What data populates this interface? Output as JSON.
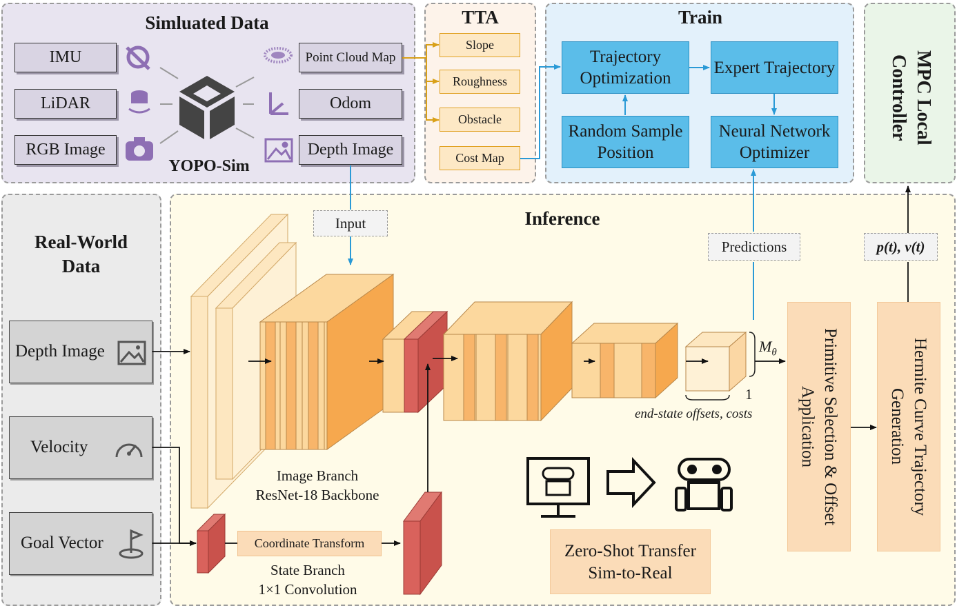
{
  "simulated": {
    "title": "Simluated Data",
    "left_items": [
      "IMU",
      "LiDAR",
      "RGB Image"
    ],
    "right_items": [
      "Point Cloud Map",
      "Odom",
      "Depth Image"
    ],
    "engine_label": "YOPO-Sim"
  },
  "tta": {
    "title": "TTA",
    "items": [
      "Slope",
      "Roughness",
      "Obstacle",
      "Cost Map"
    ]
  },
  "train": {
    "title": "Train",
    "traj_opt": "Trajectory Optimization",
    "expert": "Expert Trajectory",
    "random": "Random Sample Position",
    "nn_opt": "Neural Network Optimizer"
  },
  "mpc": {
    "title": "MPC Local Controller"
  },
  "real_world": {
    "title": "Real-World Data",
    "items": [
      "Depth Image",
      "Velocity",
      "Goal Vector"
    ]
  },
  "inference": {
    "title": "Inference",
    "input_label": "Input",
    "predictions_label": "Predictions",
    "pv_label": "p(t), v(t)",
    "image_branch": "Image Branch",
    "backbone": "ResNet-18 Backbone",
    "coord_transform": "Coordinate Transform",
    "state_branch": "State Branch",
    "conv": "1×1 Convolution",
    "m_theta": "M",
    "m_theta_sub": "θ",
    "one": "1",
    "offsets": "end-state offsets, costs",
    "primitive": "Primitive Selection & Offset Application",
    "hermite": "Hermite Curve Trajectory Generation",
    "zero_shot_1": "Zero-Shot Transfer",
    "zero_shot_2": "Sim-to-Real"
  },
  "colors": {
    "sim_panel": "#e8e4f0",
    "tta_panel": "#fdf3ea",
    "train_panel": "#e3f1fb",
    "mpc_panel": "#eaf5e8",
    "inference_panel": "#fffbe8",
    "real_panel": "#ebebeb",
    "orange_layer": "#fbd38a",
    "red_layer": "#d9625c",
    "blue_box": "#5bbde9"
  }
}
